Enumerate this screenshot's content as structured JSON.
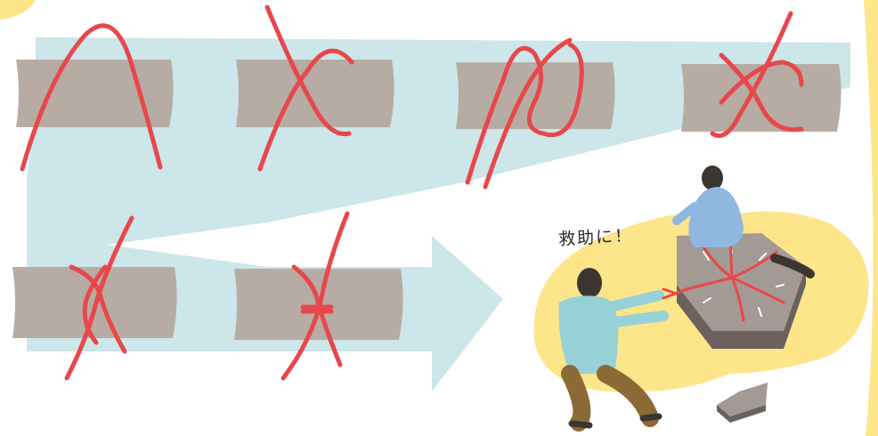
{
  "caption": "救助に！",
  "colors": {
    "background": "#ffffff",
    "path_band": "#cce6ea",
    "log": "#b7aca3",
    "rope": "#e8474b",
    "yellow_blob": "#fde58a",
    "rock_top": "#a39a95",
    "rock_side": "#6b6260",
    "shirt_blue": "#8fb7e0",
    "shirt_teal": "#96d1d8",
    "pants_brown": "#8b6a35",
    "hair": "#3b3632"
  },
  "steps": [
    {
      "id": 1,
      "label_icon": "rope-knot-step-1-icon"
    },
    {
      "id": 2,
      "label_icon": "rope-knot-step-2-icon"
    },
    {
      "id": 3,
      "label_icon": "rope-knot-step-3-icon"
    },
    {
      "id": 4,
      "label_icon": "rope-knot-step-4-icon"
    },
    {
      "id": 5,
      "label_icon": "rope-knot-step-5-icon"
    },
    {
      "id": 6,
      "label_icon": "rope-knot-step-6-icon"
    }
  ]
}
